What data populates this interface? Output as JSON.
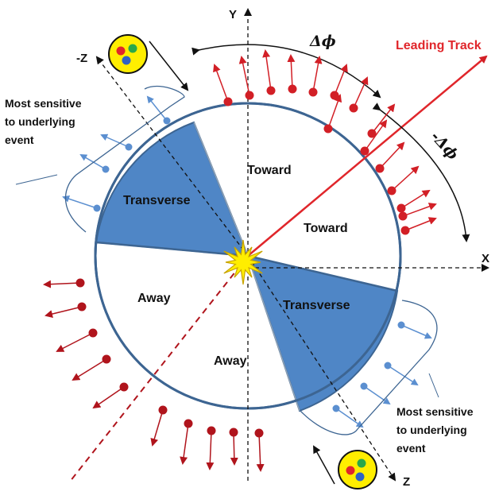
{
  "axes": {
    "x": "X",
    "y": "Y",
    "z": "Z",
    "minus_z": "-Z"
  },
  "regions": {
    "toward_upper": "Toward",
    "toward_right": "Toward",
    "transverse_left": "Transverse",
    "transverse_right": "Transverse",
    "away_left": "Away",
    "away_lower": "Away"
  },
  "leading_track": "Leading Track",
  "delta_phi": "Δϕ",
  "minus_delta_phi": "-Δϕ",
  "note_left": [
    "Most sensitive",
    "to underlying",
    "event"
  ],
  "note_right": [
    "Most sensitive",
    "to underlying",
    "event"
  ],
  "colors": {
    "transverse_fill": "#4f86c6",
    "circle_stroke": "#3d6592",
    "leading_track": "#e0262b",
    "red_particle": "#d21f26",
    "dark_red_particle": "#b0141c",
    "blue_particle": "#5b8fd0",
    "proton_fill": "#ffee00",
    "star_fill": "#ffee00"
  },
  "icons": [
    "collision-star-icon",
    "proton-icon",
    "particle-arrow-icon"
  ]
}
